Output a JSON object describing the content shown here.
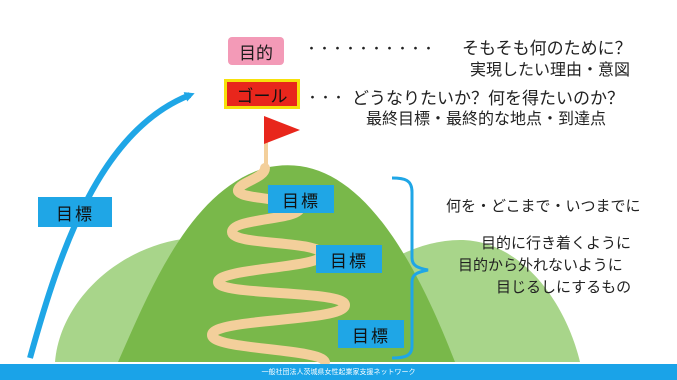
{
  "diagram": {
    "purpose": {
      "badge": "目的",
      "dots": "・・・・・・・・・・",
      "text": "そもそも何のために？",
      "subtext": "実現したい理由・意図"
    },
    "goal": {
      "badge": "ゴール",
      "dots": "・・・",
      "text": "どうなりたいか？何を得たいのか？",
      "subtext": "最終目標・最終的な地点・到達点"
    },
    "side_target_label": "目標",
    "path_targets": [
      "目標",
      "目標",
      "目標"
    ],
    "annotation": {
      "line1": "何を・どこまで・いつまでに",
      "line2": "目的に行き着くように",
      "line3": "目的から外れないように",
      "line4": "目じるしにするもの"
    },
    "footer": "一般社団法人茨城県女性起業家支援ネットワーク",
    "colors": {
      "hill_back": "#a8d58a",
      "hill_front": "#79b84a",
      "path": "#f3cf9b",
      "arrow": "#1fa6e6",
      "flag": "#e8261c",
      "purpose_badge": "#f39ab7",
      "goal_badge": "#e8261c",
      "goal_border": "#f6e10b",
      "target_box": "#1fa6e6",
      "footer": "#1aa3e8"
    }
  }
}
